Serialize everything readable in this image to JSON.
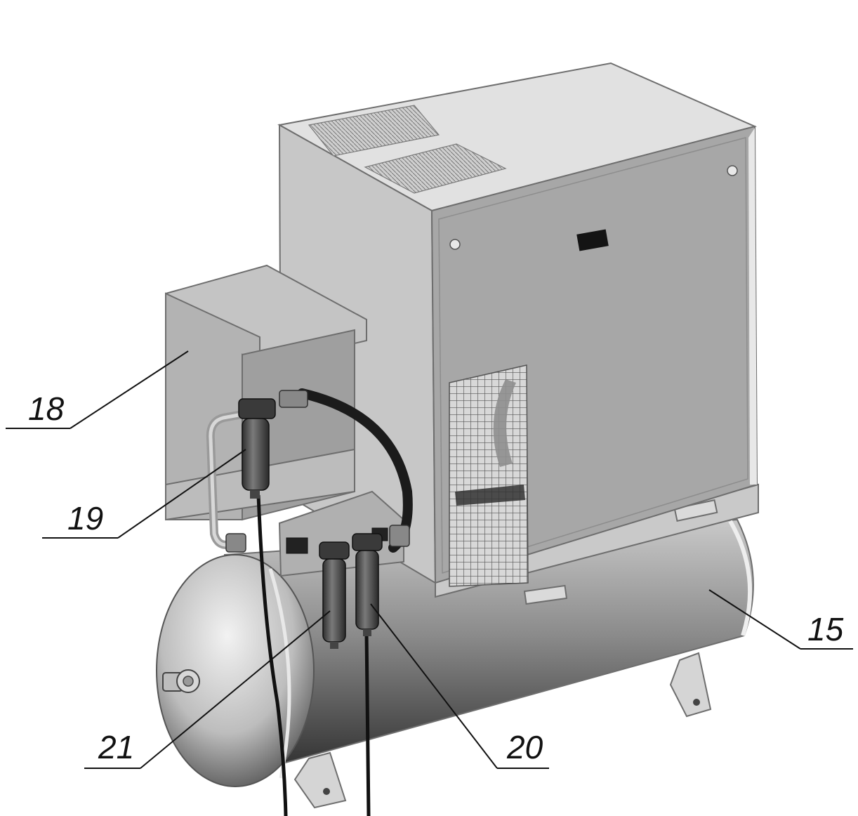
{
  "diagram": {
    "description_type": "technical-illustration",
    "callouts": [
      {
        "id": "c18",
        "label": "18"
      },
      {
        "id": "c19",
        "label": "19"
      },
      {
        "id": "c21",
        "label": "21"
      },
      {
        "id": "c20",
        "label": "20"
      },
      {
        "id": "c15",
        "label": "15"
      }
    ],
    "colors": {
      "cabinet_top": "#dcdcdc",
      "cabinet_front": "#a9a9a9",
      "cabinet_side": "#c6c6c6",
      "dryer_box": "#b8b8b8",
      "tank_light": "#e6e6e6",
      "tank_dark": "#3c3c3c",
      "hose": "#1e1e1e",
      "filter": "#4a4a4a"
    }
  }
}
